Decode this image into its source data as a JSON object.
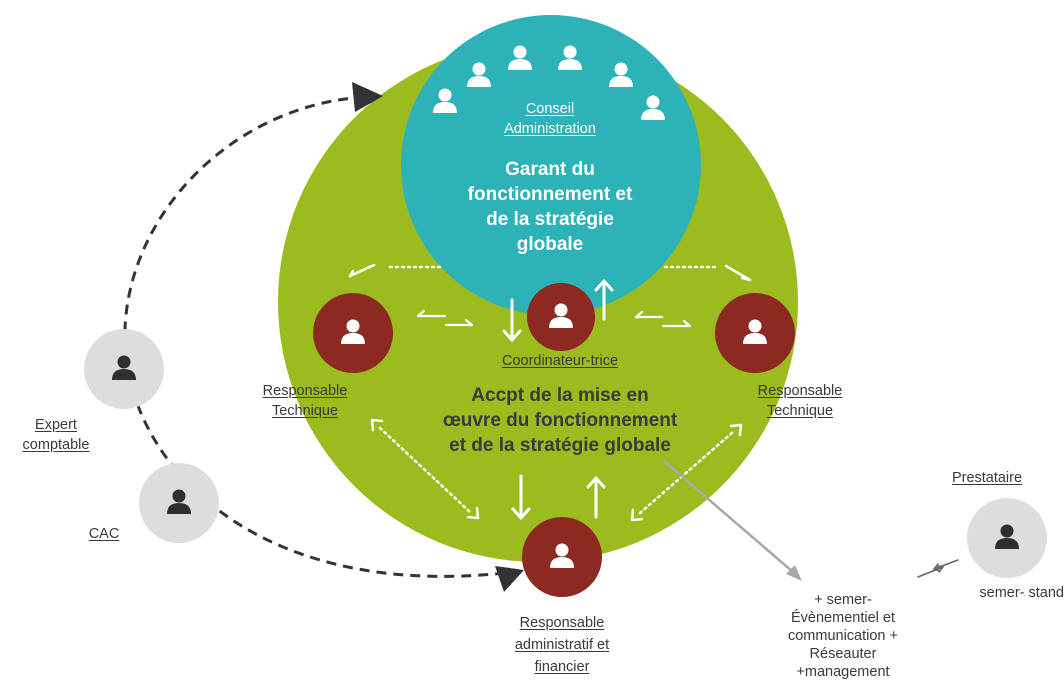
{
  "conseil": {
    "label_lines": [
      "Conseil",
      "Administration"
    ],
    "role_lines": [
      "Garant du",
      "fonctionnement et",
      "de la stratégie",
      "globale"
    ]
  },
  "coordinateur": {
    "label": "Coordinateur-trice",
    "role_lines": [
      "Accpt de la  mise en",
      "œuvre  du fonctionnement",
      "et de la stratégie globale"
    ]
  },
  "responsable_technique_left": {
    "label_lines": [
      "Responsable",
      "Technique "
    ]
  },
  "responsable_technique_right": {
    "label_lines": [
      "Responsable",
      "Technique "
    ]
  },
  "responsable_admin": {
    "label_lines": [
      "Responsable",
      "administratif et",
      "financier"
    ]
  },
  "expert_comptable": {
    "label_lines": [
      "Expert",
      "comptable "
    ]
  },
  "cac": {
    "label": "CAC"
  },
  "prestataire": {
    "label": "Prestataire ",
    "caption": "semer- stand"
  },
  "semer_note": {
    "lines": [
      "+ semer-",
      "Évènementiel et",
      "communication +",
      "Réseauter",
      "+management"
    ]
  },
  "colors": {
    "green_circle": "#9bbb1e",
    "teal_circle": "#2db3b7",
    "dark_red": "#8c2a22",
    "grey_circle": "#dddddd",
    "person_icon_dark": "#2f2f2f",
    "arrow_grey": "#a9a9a9"
  },
  "icons": [
    "person-icon",
    "arrow-icon",
    "dashed-cycle-arrow"
  ]
}
